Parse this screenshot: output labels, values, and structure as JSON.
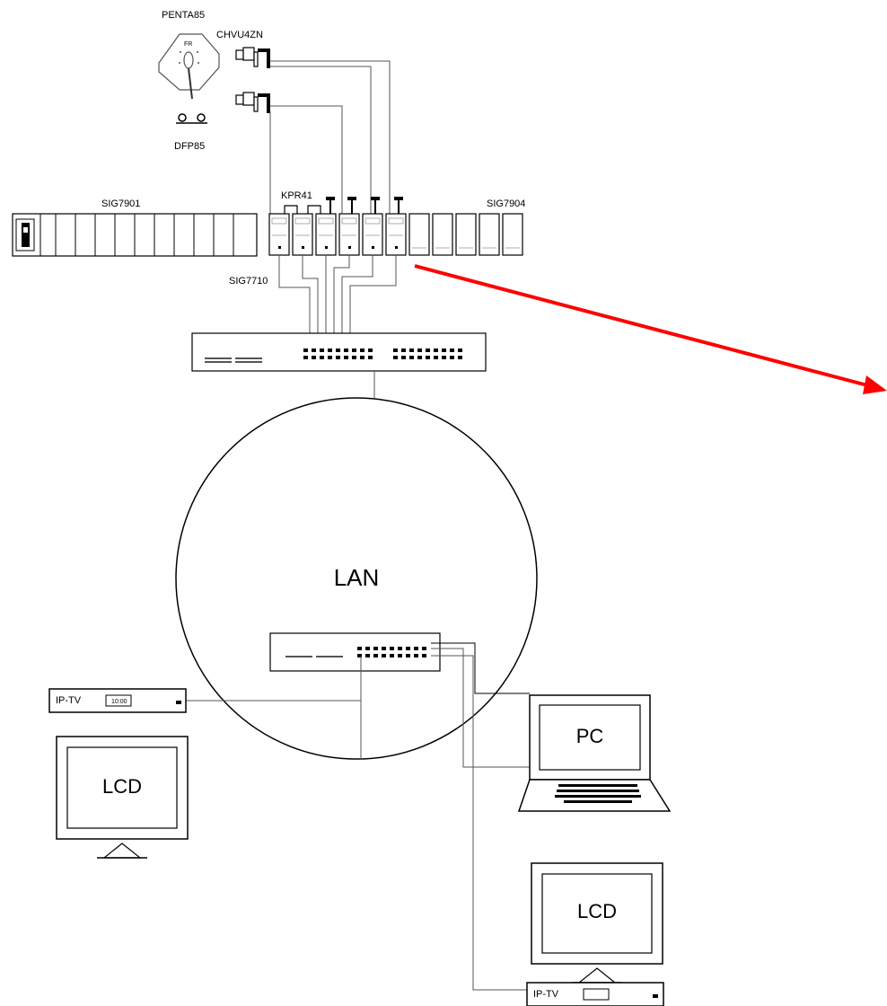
{
  "labels": {
    "antenna": "PENTA85",
    "lnb": "CHVU4ZN",
    "multiswitch": "DFP85",
    "rack_left": "SIG7901",
    "rack_right": "SIG7904",
    "module_strip": "KPR41",
    "streamer": "SIG7710",
    "network": "LAN",
    "antenna_mark": "FR",
    "pc": "PC",
    "lcd_left": "LCD",
    "lcd_right": "LCD",
    "iptv_left": "IP-TV",
    "iptv_left_clock": "10:00",
    "iptv_right": "IP-TV"
  },
  "colors": {
    "arrow": "#ff0000",
    "lines": "#000000",
    "wires": "#555555"
  }
}
